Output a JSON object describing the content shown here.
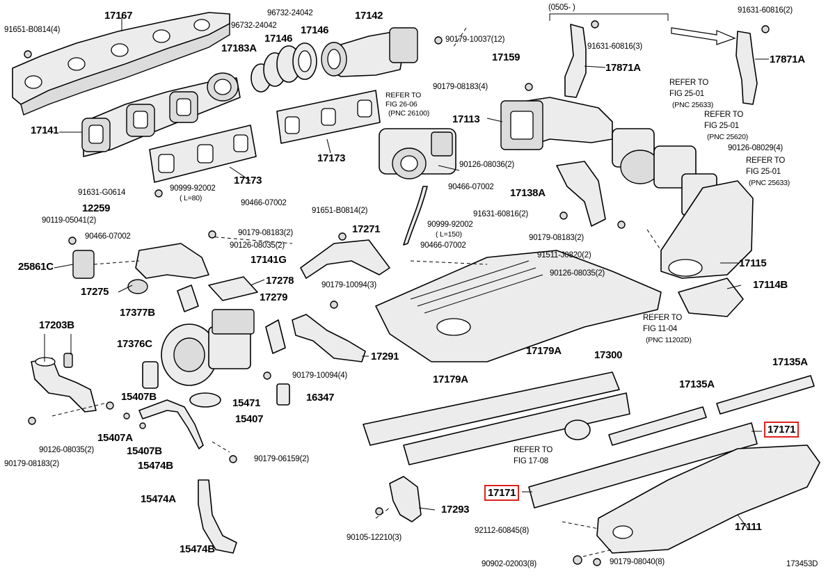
{
  "labels": {
    "p17167": "17167",
    "p91651_top": "91651-B0814(4)",
    "p96732_a": "96732-24042",
    "p96732_b": "96732-24042",
    "p17146_a": "17146",
    "p17146_b": "17146",
    "p17183A": "17183A",
    "p17142": "17142",
    "p0505": "(0505-        )",
    "p91631_top": "91631-60816(2)",
    "p90179_10037": "90179-10037(12)",
    "p17159": "17159",
    "p91631_3": "91631-60816(3)",
    "p17871A_a": "17871A",
    "p17871A_b": "17871A",
    "p90179_08183_4": "90179-08183(4)",
    "refer_a1": "REFER TO",
    "refer_a2": "FIG 25-01",
    "refer_a3": "(PNC 25633)",
    "refer_b1": "REFER TO",
    "refer_b2": "FIG 25-01",
    "refer_b3": "(PNC 25620)",
    "refer_c1": "REFER TO",
    "refer_c2": "FIG 25-01",
    "refer_c3": "(PNC 25633)",
    "refer_d1": "REFER TO",
    "refer_d2": "FIG 26-06",
    "refer_d3": "(PNC 26100)",
    "p17141": "17141",
    "p17113": "17113",
    "p90126_08029": "90126-08029(4)",
    "p17173_a": "17173",
    "p17173_b": "17173",
    "p90126_08036": "90126-08036(2)",
    "p91631_G0614": "91631-G0614",
    "p90999_a": "90999-92002",
    "p90999_a_len": "( L=80)",
    "p90466_top": "90466-07002",
    "p12259": "12259",
    "p90119": "90119-05041(2)",
    "p90466_left": "90466-07002",
    "p90179_08183_2a": "90179-08183(2)",
    "p90126_08035_2a": "90126-08035(2)",
    "p90466_mid": "90466-07002",
    "p17138A": "17138A",
    "p91651_mid": "91651-B0814(2)",
    "p17271": "17271",
    "p91631_60816_2": "91631-60816(2)",
    "p90999_b": "90999-92002",
    "p90999_b_len": "( L=150)",
    "p90179_08183_2b": "90179-08183(2)",
    "p90466_low": "90466-07002",
    "p25861C": "25861C",
    "p17141G": "17141G",
    "p91511": "91511-J0820(2)",
    "p17115": "17115",
    "p17275": "17275",
    "p17278": "17278",
    "p90179_10094_3": "90179-10094(3)",
    "p90126_08035_2b": "90126-08035(2)",
    "p17114B": "17114B",
    "p17377B": "17377B",
    "p17279": "17279",
    "refer_e1": "REFER TO",
    "refer_e2": "FIG 11-04",
    "refer_e3": "(PNC 11202D)",
    "p17203B": "17203B",
    "p17376C": "17376C",
    "p17291": "17291",
    "p17179A_a": "17179A",
    "p17300": "17300",
    "p17135A_a": "17135A",
    "p90179_10094_4": "90179-10094(4)",
    "p17179A_b": "17179A",
    "p17135A_b": "17135A",
    "p16347": "16347",
    "p15407B_a": "15407B",
    "p15471": "15471",
    "p15407": "15407",
    "p17171_a": "17171",
    "p15407A": "15407A",
    "p90126_08035_2c": "90126-08035(2)",
    "p15407B_b": "15407B",
    "refer_f1": "REFER TO",
    "refer_f2": "FIG 17-08",
    "p90179_06159": "90179-06159(2)",
    "p90179_08183_2c": "90179-08183(2)",
    "p15474B_a": "15474B",
    "p17171_b": "17171",
    "p15474A": "15474A",
    "p17293": "17293",
    "p92112": "92112-60845(8)",
    "p17111": "17111",
    "p90105": "90105-12210(3)",
    "p15474B_b": "15474B",
    "p90902": "90902-02003(8)",
    "p90179_08040": "90179-08040(8)",
    "p173453D": "173453D"
  },
  "highlight_color": "#e0201c"
}
